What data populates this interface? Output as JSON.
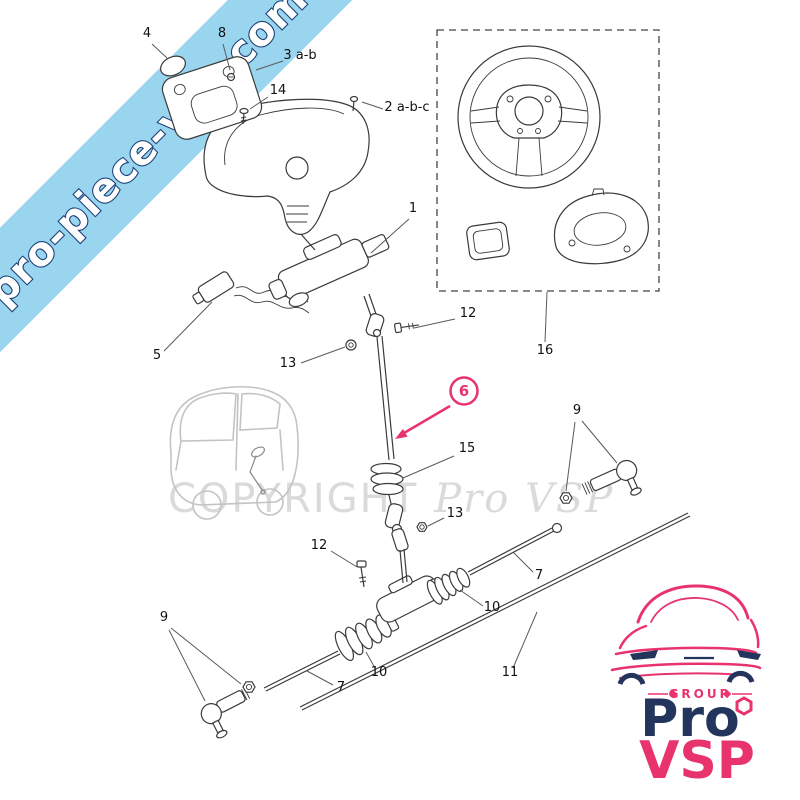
{
  "watermarks": {
    "diagonal_banner_text": "pro-piece-vsp.com",
    "banner_color": "#8ccfee",
    "copyright_prefix": "COPYRIGHT",
    "copyright_brand": "Pro VSP",
    "watermark_text_color": "#d4d4d4"
  },
  "diagram": {
    "highlight_color": "#e8336d",
    "labels": {
      "l1": "1",
      "l2": "2 a-b-c",
      "l3": "3 a-b",
      "l4": "4",
      "l5": "5",
      "l6": "6",
      "l7_left": "7",
      "l7_right": "7",
      "l8": "8",
      "l9_left": "9",
      "l9_right": "9",
      "l10_left": "10",
      "l10_right": "10",
      "l11": "11",
      "l12_upper": "12",
      "l12_lower": "12",
      "l13_upper": "13",
      "l13_lower": "13",
      "l14": "14",
      "l15": "15",
      "l16": "16"
    }
  },
  "logo": {
    "group_label": "GROUP",
    "brand_top": "Pro",
    "brand_bottom": "VSP",
    "accent_color": "#e8336d",
    "navy_color": "#23355c"
  }
}
